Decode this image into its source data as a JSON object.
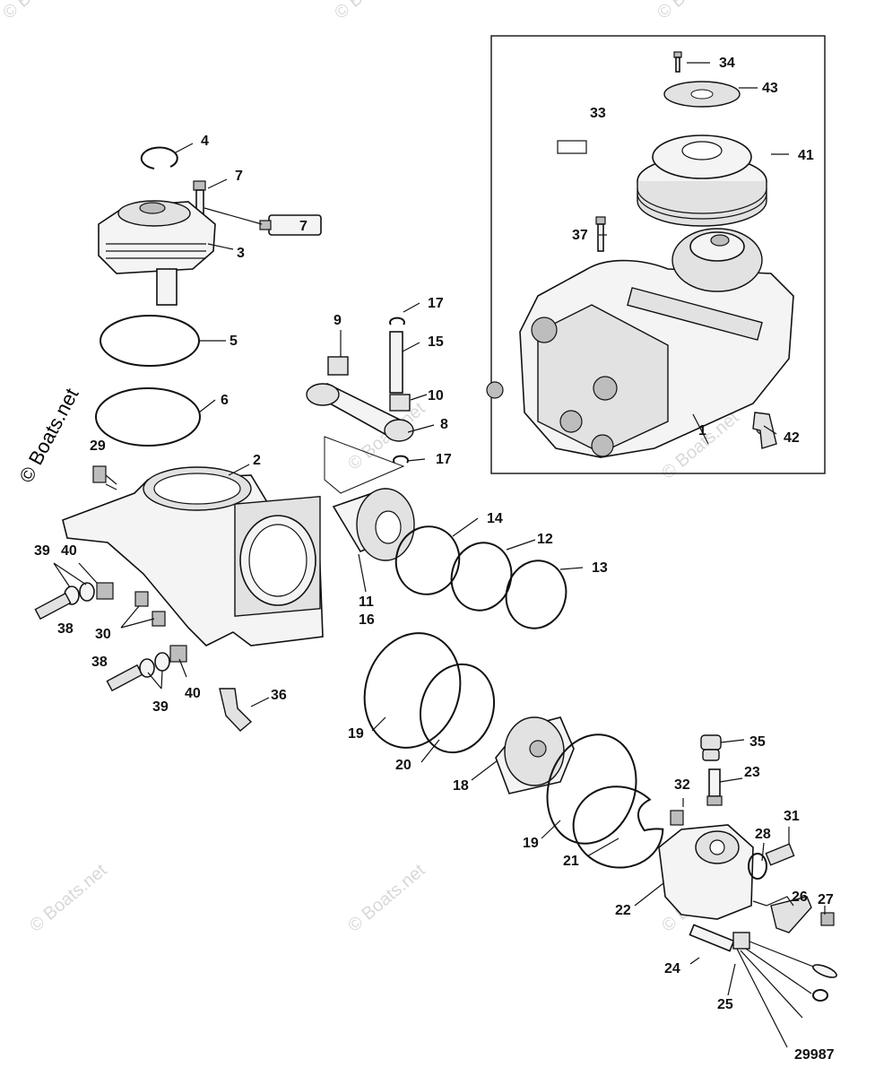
{
  "side_watermark": "© Boats.net",
  "bg_watermark": "© Boats.net",
  "diagram_number": "29987",
  "callouts": {
    "c1": "1",
    "c2": "2",
    "c3": "3",
    "c4": "4",
    "c5": "5",
    "c6": "6",
    "c7": "7",
    "c7tube": "7",
    "c8": "8",
    "c9": "9",
    "c10": "10",
    "c11": "11",
    "c12": "12",
    "c13": "13",
    "c14": "14",
    "c15": "15",
    "c16": "16",
    "c17a": "17",
    "c17b": "17",
    "c18": "18",
    "c19a": "19",
    "c19b": "19",
    "c20": "20",
    "c21": "21",
    "c22": "22",
    "c23": "23",
    "c24": "24",
    "c25": "25",
    "c26": "26",
    "c27": "27",
    "c28": "28",
    "c29": "29",
    "c30": "30",
    "c31": "31",
    "c32": "32",
    "c33": "33",
    "c34": "34",
    "c35": "35",
    "c36": "36",
    "c37": "37",
    "c38a": "38",
    "c38b": "38",
    "c39a": "39",
    "c39b": "39",
    "c40a": "40",
    "c40b": "40",
    "c41": "41",
    "c42": "42",
    "c43": "43"
  }
}
